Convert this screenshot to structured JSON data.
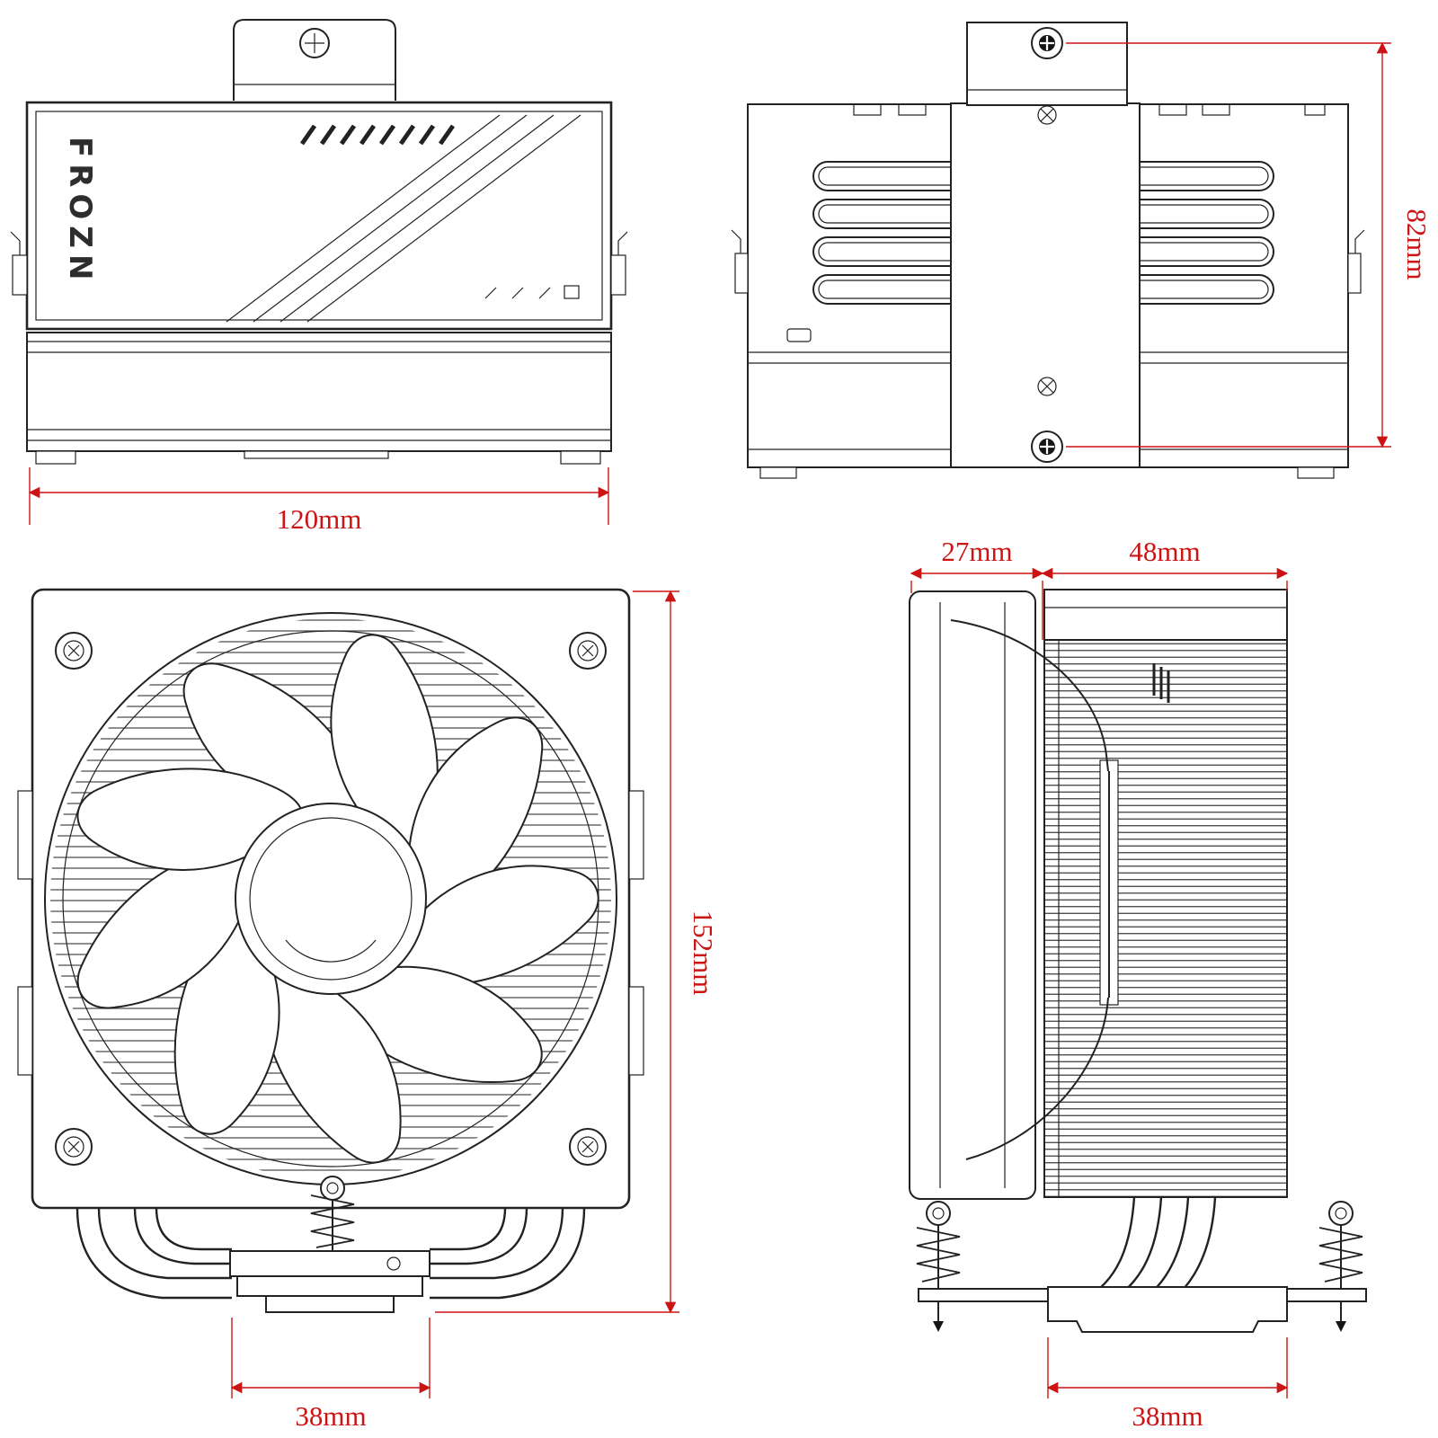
{
  "brand": "FROZN",
  "dims": {
    "top_width": "120mm",
    "rear_height": "82mm",
    "front_height": "152mm",
    "front_base_width": "38mm",
    "side_fan_depth": "27mm",
    "side_fin_depth": "48mm",
    "side_base_width": "38mm"
  },
  "colors": {
    "background": "#ffffff",
    "line": "#222222",
    "dimension": "#cc1414",
    "brand_text": "#2d2d2d"
  }
}
